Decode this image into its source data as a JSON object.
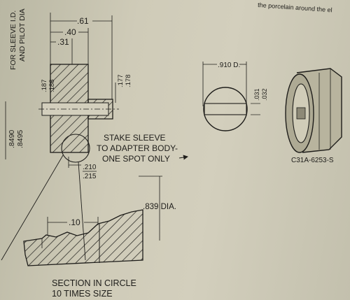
{
  "header_text": "the porcelain around the el",
  "dims": {
    "d061": ".61",
    "d040": ".40",
    "d031": ".31",
    "d187": ".187",
    "d188": ".188",
    "d177": ".177",
    "d178": ".178",
    "dia_8490": ".8490",
    "dia_8495": ".8495",
    "d210": ".210",
    "d215": ".215",
    "d910": ".910 D.",
    "d031b": ".031",
    "d032": ".032",
    "d010": ".10",
    "d839": ".839 DIA."
  },
  "labels": {
    "sleeve_line1": "FOR SLEEVE I.D.",
    "sleeve_line2": "AND PILOT DIA",
    "stake_line1": "STAKE SLEEVE",
    "stake_line2": "TO ADAPTER BODY-",
    "stake_line3": "ONE SPOT ONLY",
    "section_line1": "SECTION IN CIRCLE",
    "section_line2": "10 TIMES SIZE",
    "part_number": "C31A-6253-S"
  }
}
